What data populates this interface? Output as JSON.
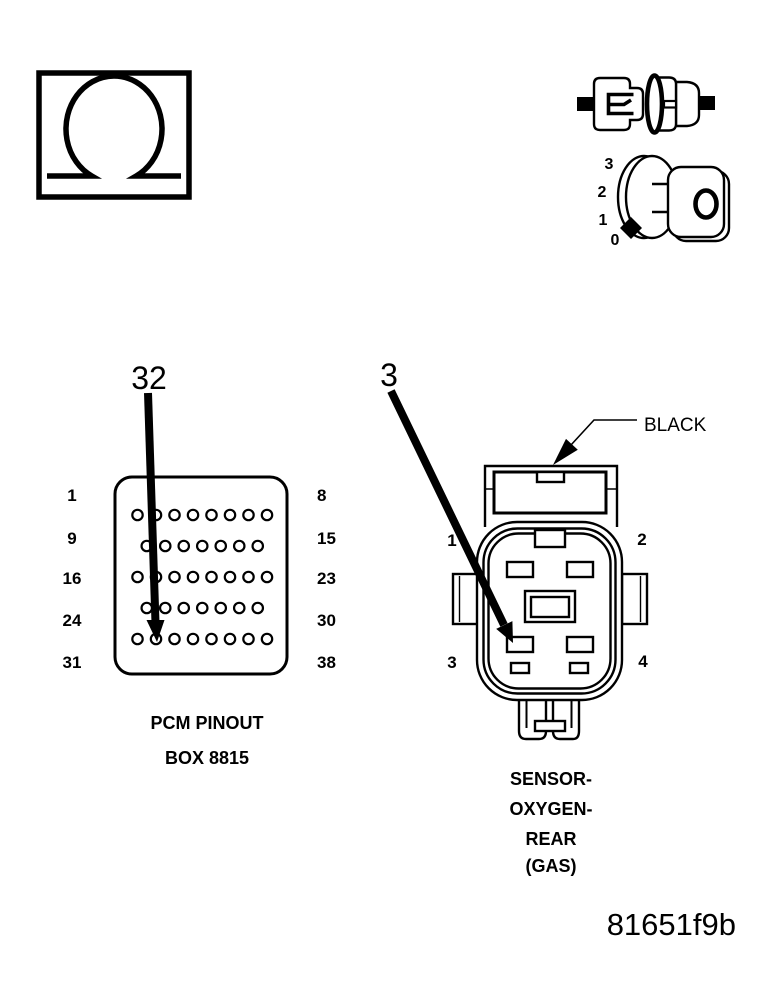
{
  "figure_id": "81651f9b",
  "test_icons": {
    "ohmmeter_symbol": "ohm",
    "connector_icon": "harness-connector",
    "dial": {
      "scale_labels": [
        "3",
        "2",
        "1",
        "0"
      ],
      "display_value": "0"
    }
  },
  "pcm_connector": {
    "callout_pin": "32",
    "caption_line1": "PCM PINOUT",
    "caption_line2": "BOX 8815",
    "left_pin_labels": [
      "1",
      "9",
      "16",
      "24",
      "31"
    ],
    "right_pin_labels": [
      "8",
      "15",
      "23",
      "30",
      "38"
    ],
    "pin_rows": [
      8,
      7,
      8,
      7,
      8
    ]
  },
  "sensor_connector": {
    "callout_pin": "3",
    "wire_color_label": "BLACK",
    "corner_pin_labels": [
      "1",
      "2",
      "3",
      "4"
    ],
    "caption_lines": [
      "SENSOR-",
      "OXYGEN-",
      "REAR",
      "(GAS)"
    ]
  }
}
